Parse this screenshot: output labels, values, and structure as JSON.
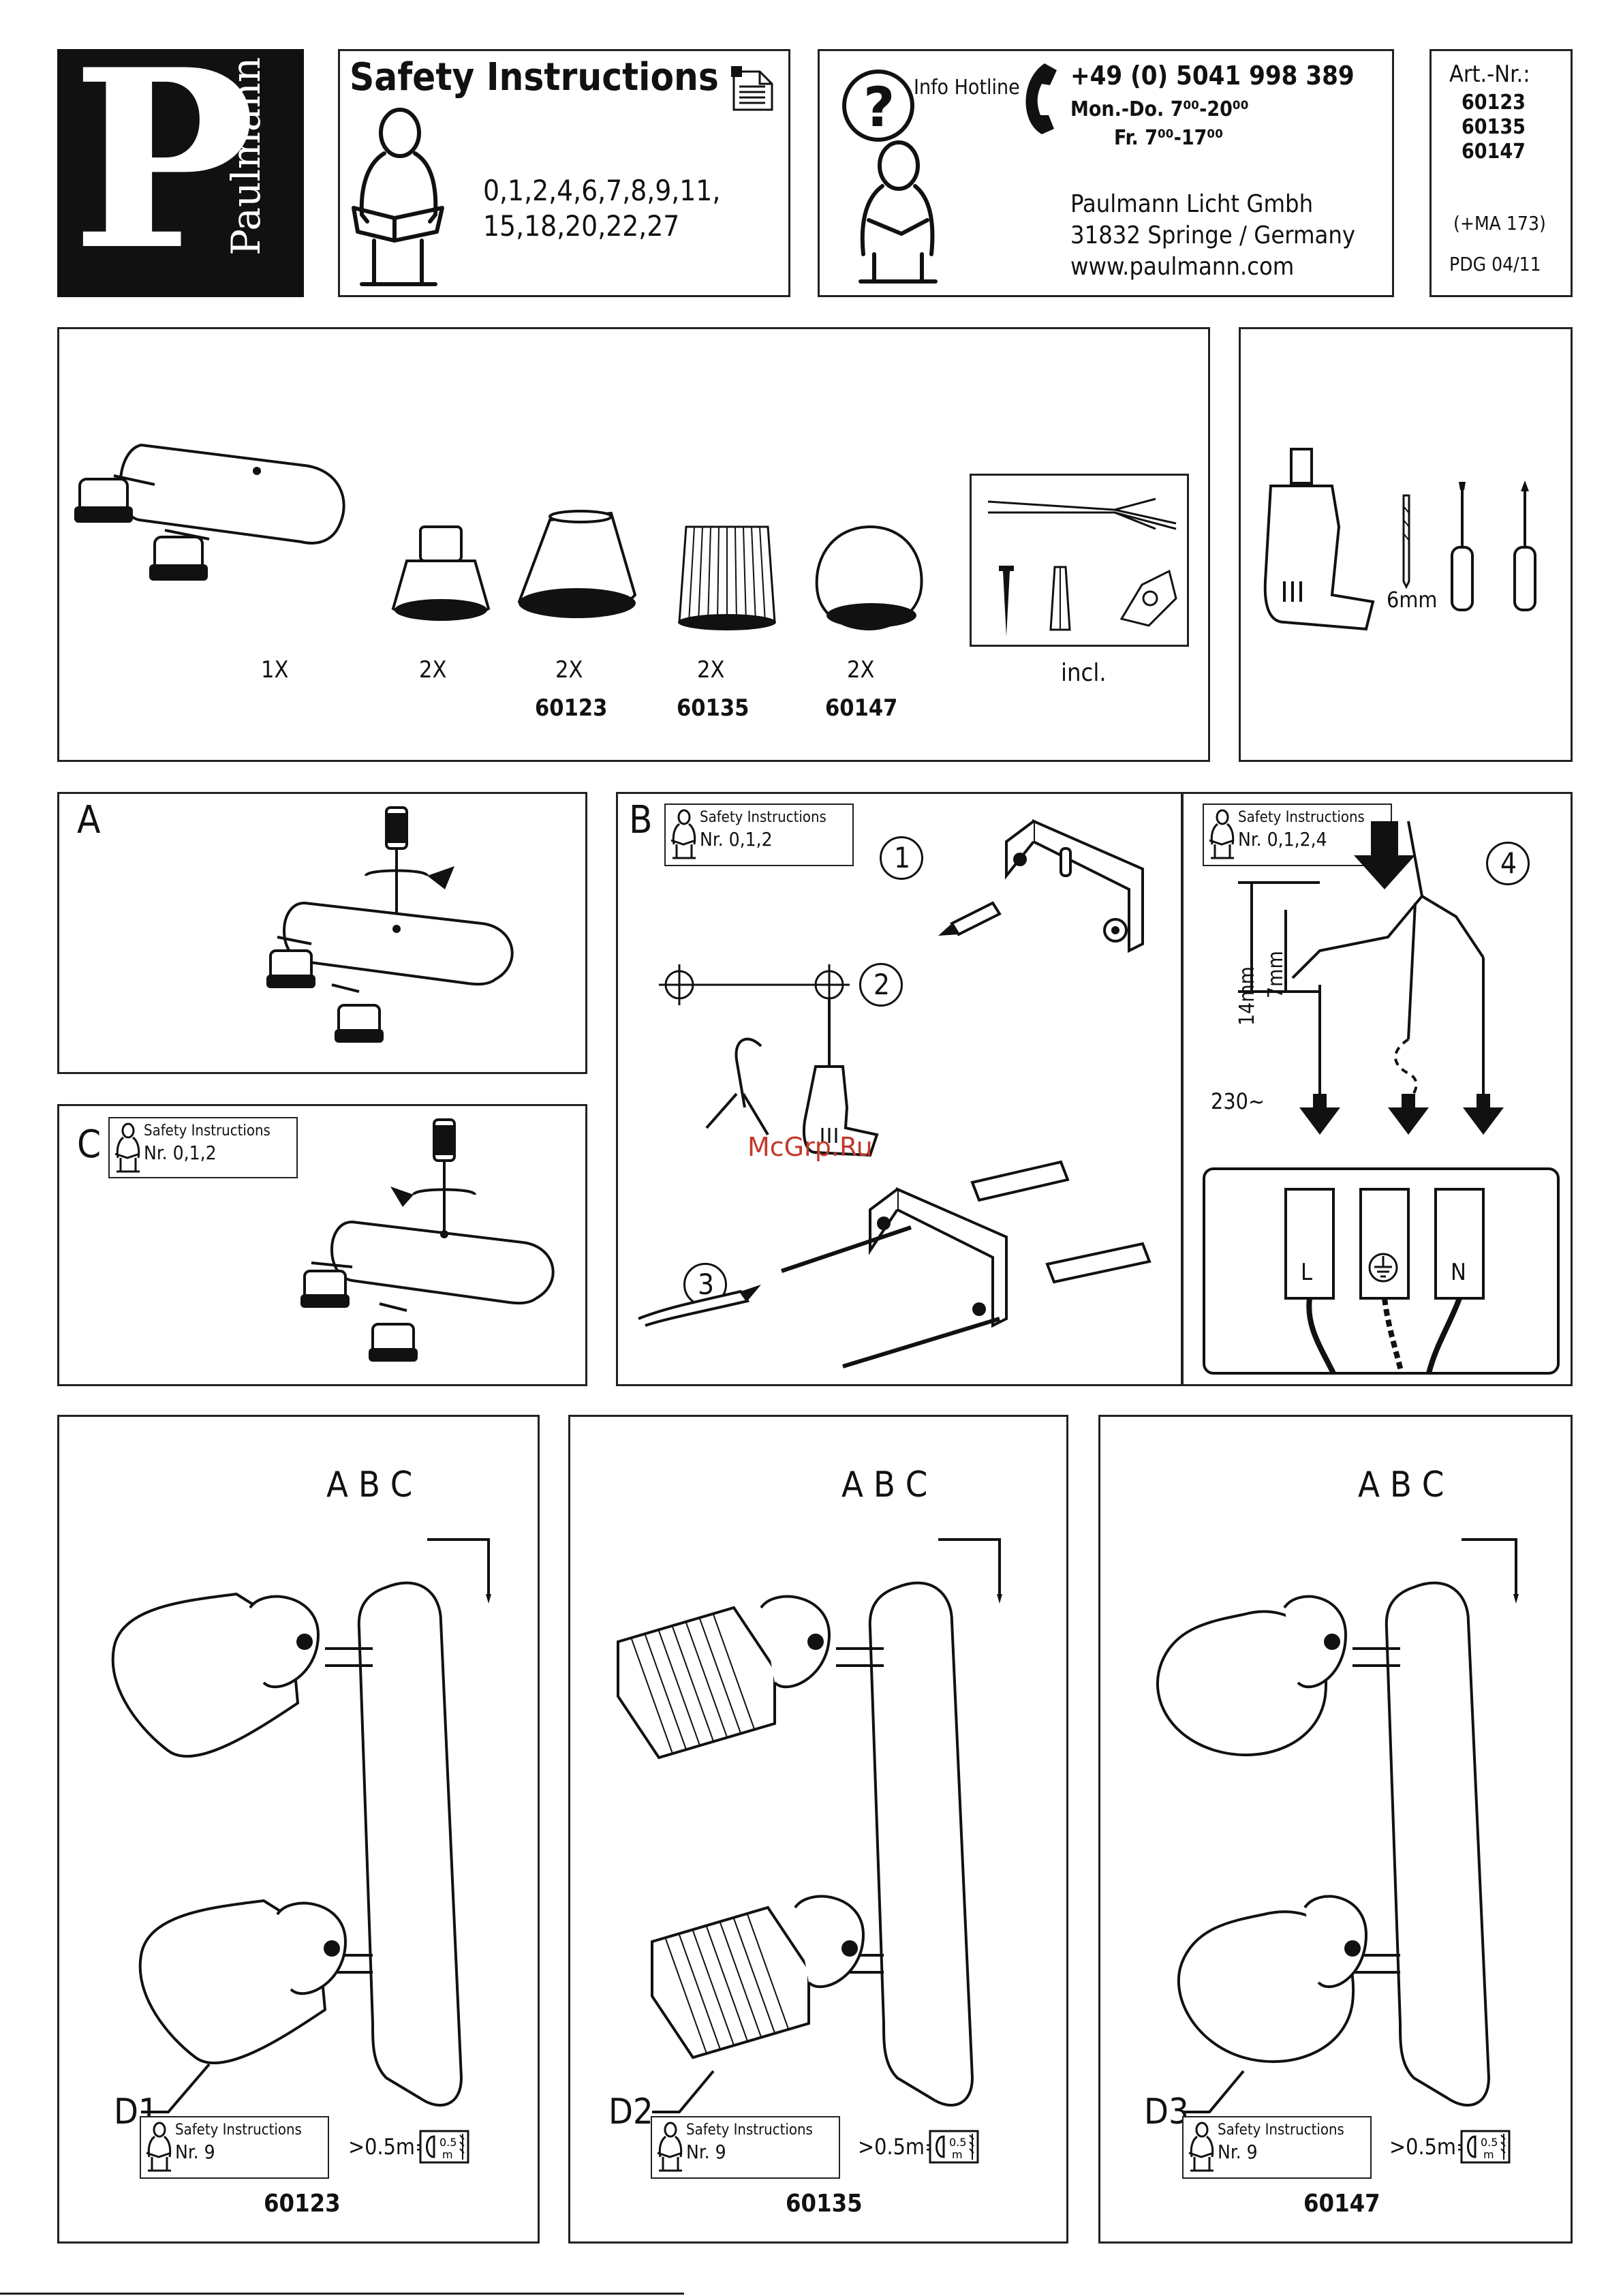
{
  "header": {
    "logo_letter": "P",
    "logo_brand": "Paulmann",
    "safety_title": "Safety Instructions",
    "safety_numbers_line1": "0,1,2,4,6,7,8,9,11,",
    "safety_numbers_line2": "15,18,20,22,27",
    "info_label": "Info Hotline",
    "phone": "+49 (0) 5041 998 389",
    "hours_line1": "Mon.-Do. 7⁰⁰-20⁰⁰",
    "hours_line2": "Fr. 7⁰⁰-17⁰⁰",
    "company": "Paulmann Licht Gmbh",
    "city": "31832 Springe / Germany",
    "website": "www.paulmann.com",
    "art_label": "Art.-Nr.:",
    "art_numbers": [
      "60123",
      "60135",
      "60147"
    ],
    "ma": "(+MA 173)",
    "pdg": "PDG 04/11"
  },
  "parts": {
    "items": [
      {
        "qty": "1X",
        "code": ""
      },
      {
        "qty": "2X",
        "code": ""
      },
      {
        "qty": "2X",
        "code": "60123"
      },
      {
        "qty": "2X",
        "code": "60135"
      },
      {
        "qty": "2X",
        "code": "60147"
      }
    ],
    "incl_label": "incl."
  },
  "tools": {
    "drill_size": "6mm"
  },
  "steps": {
    "a_label": "A",
    "b_label": "B",
    "c_label": "C",
    "b_safety_title": "Safety Instructions",
    "b_safety_nr": "Nr. 0,1,2",
    "c_safety_title": "Safety Instructions",
    "c_safety_nr": "Nr. 0,1,2",
    "wiring_safety_title": "Safety Instructions",
    "wiring_safety_nr": "Nr. 0,1,2,4",
    "step1": "1",
    "step2": "2",
    "step3": "3",
    "step4": "4",
    "dim_14": "14mm",
    "dim_7": "7mm",
    "voltage": "230~",
    "term_l": "L",
    "term_n": "N",
    "watermark": "McGrp.Ru"
  },
  "variants": [
    {
      "abc": "A B C",
      "label": "D1",
      "safety_title": "Safety Instructions",
      "safety_nr": "Nr. 9",
      "distance": ">0.5m=",
      "code": "60123"
    },
    {
      "abc": "A B C",
      "label": "D2",
      "safety_title": "Safety Instructions",
      "safety_nr": "Nr. 9",
      "distance": ">0.5m=",
      "code": "60135"
    },
    {
      "abc": "A B C",
      "label": "D3",
      "safety_title": "Safety Instructions",
      "safety_nr": "Nr. 9",
      "distance": ">0.5m=",
      "code": "60147"
    }
  ]
}
